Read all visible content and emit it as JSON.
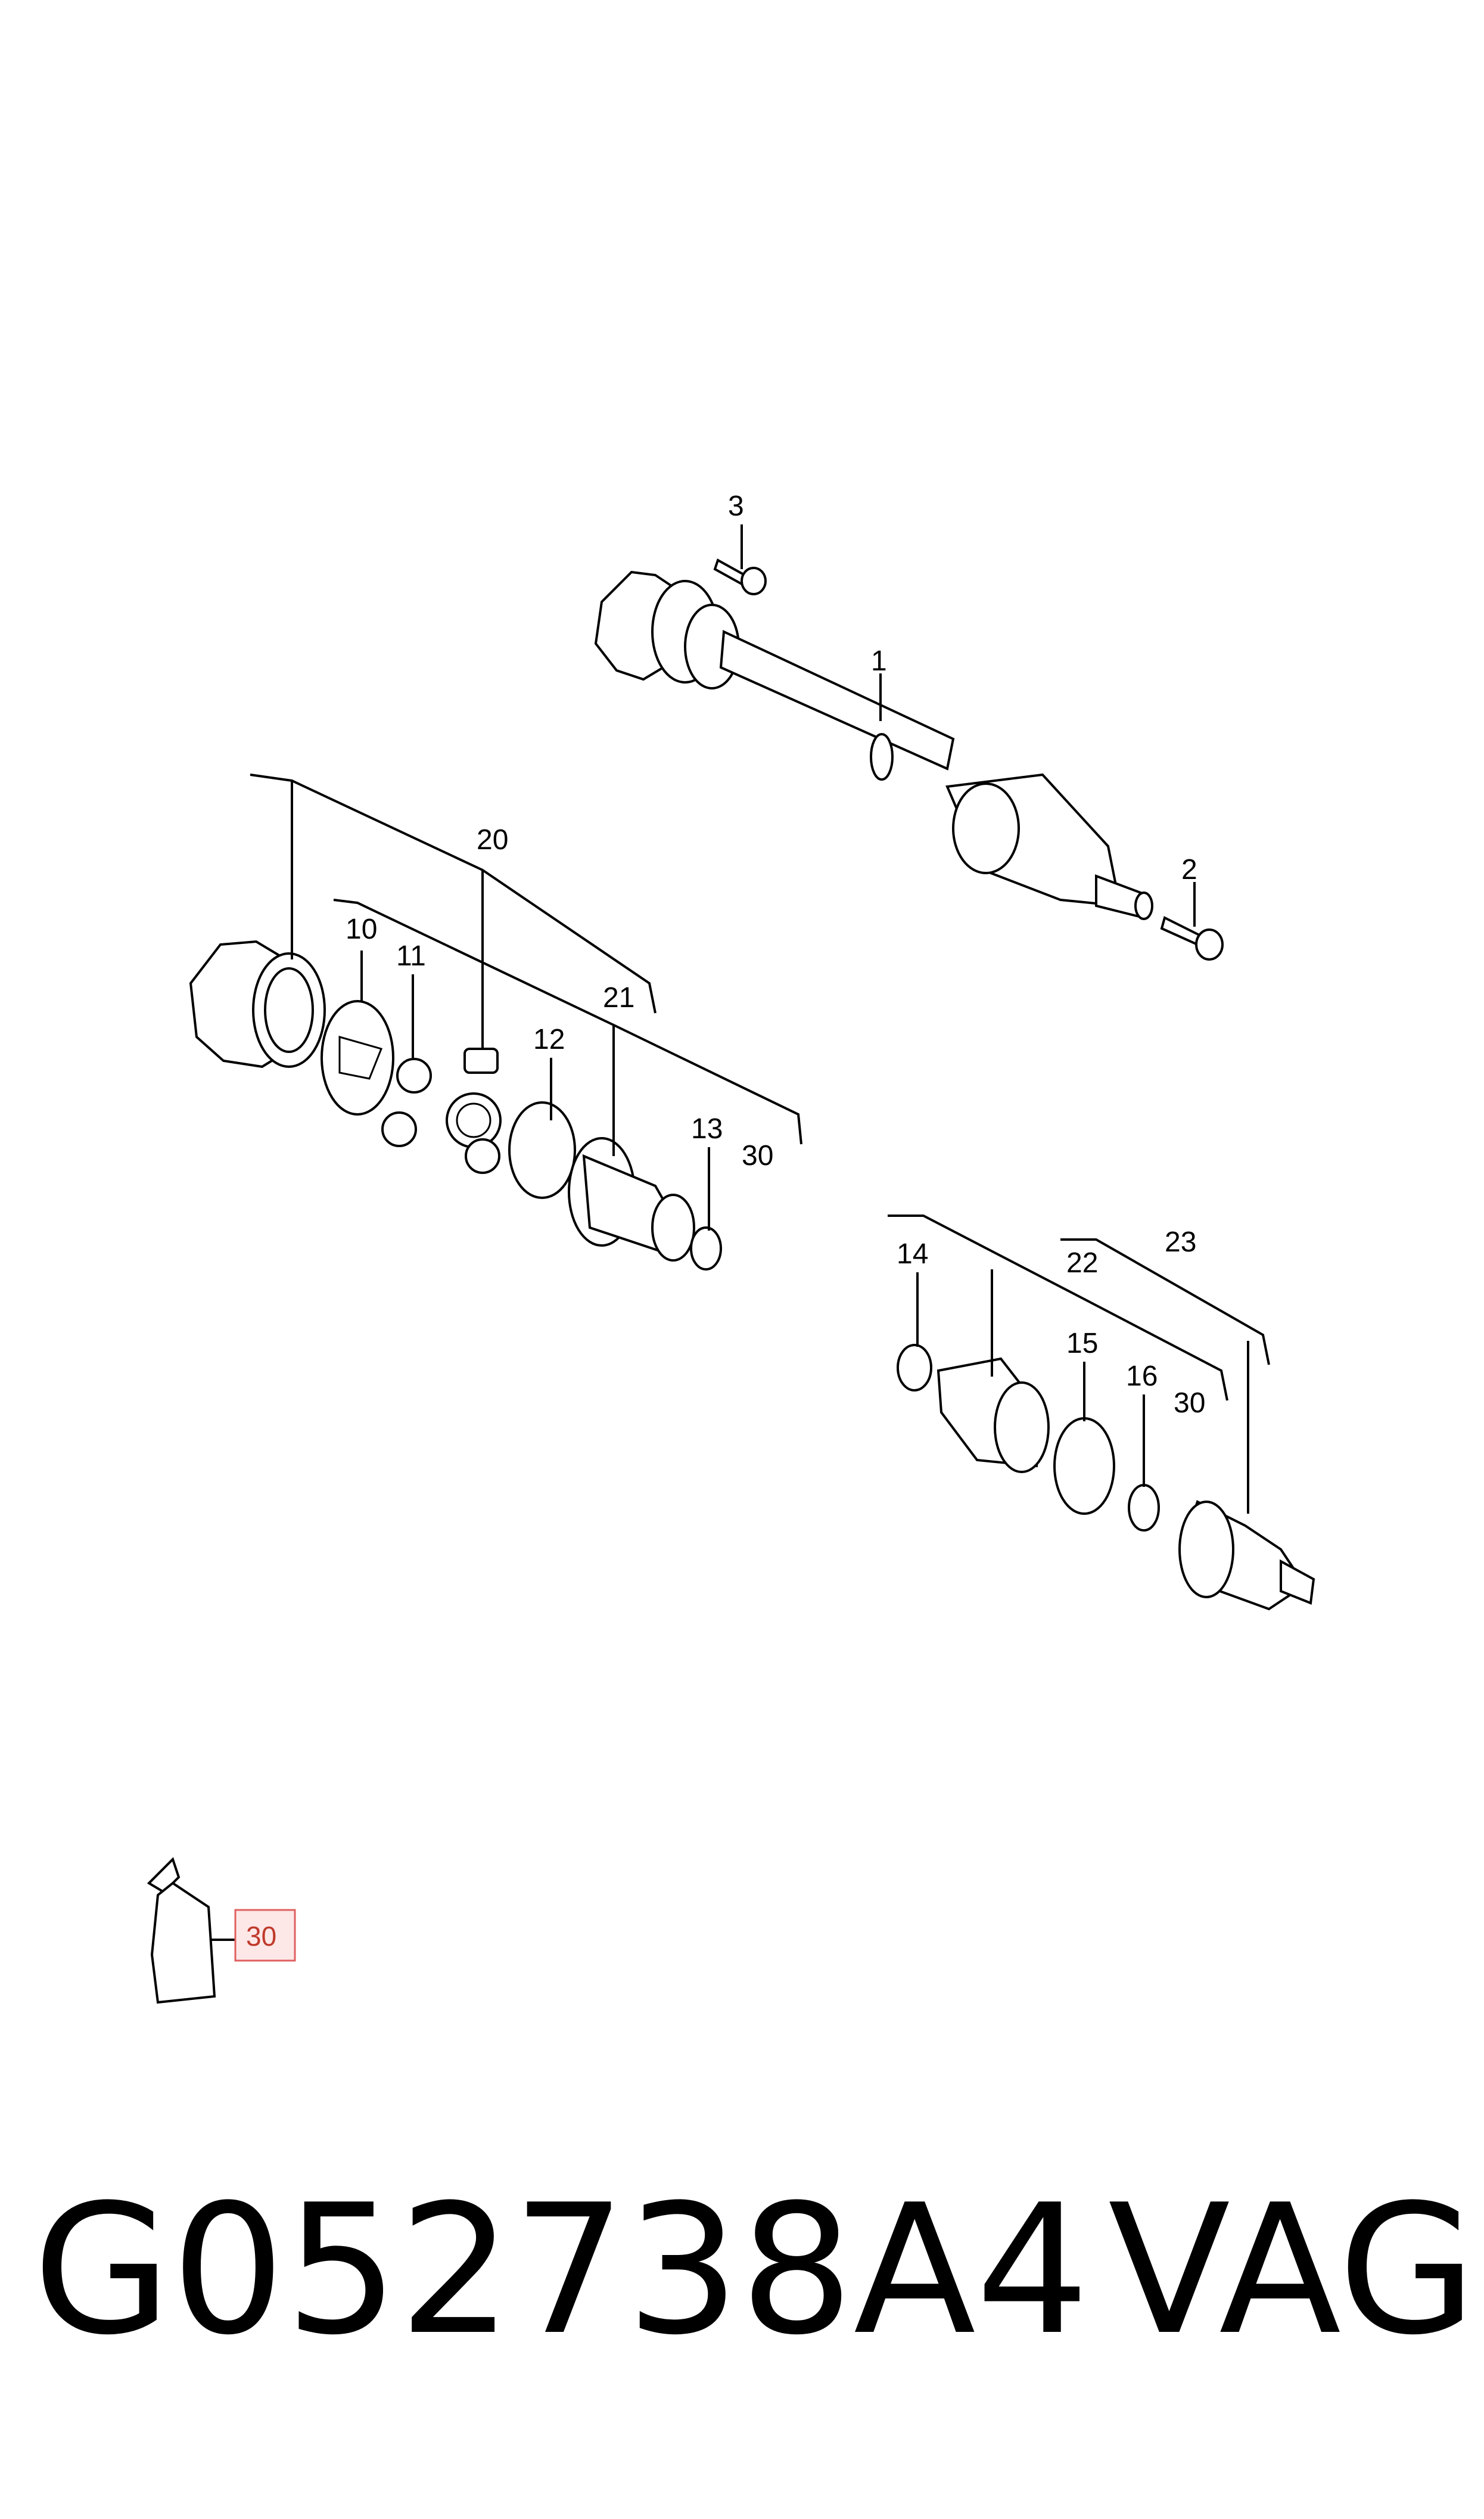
{
  "diagram": {
    "callouts": {
      "c1": "1",
      "c2": "2",
      "c3": "3",
      "c10": "10",
      "c11": "11",
      "c12": "12",
      "c13": "13",
      "c14": "14",
      "c15": "15",
      "c16": "16",
      "c20": "20",
      "c21": "21",
      "c22": "22",
      "c23": "23",
      "c30a": "30",
      "c30b": "30",
      "c30c": "30"
    },
    "highlight_color": "#c0392b"
  },
  "caption": {
    "part_number": "G052738A4",
    "brand": "VAG"
  }
}
